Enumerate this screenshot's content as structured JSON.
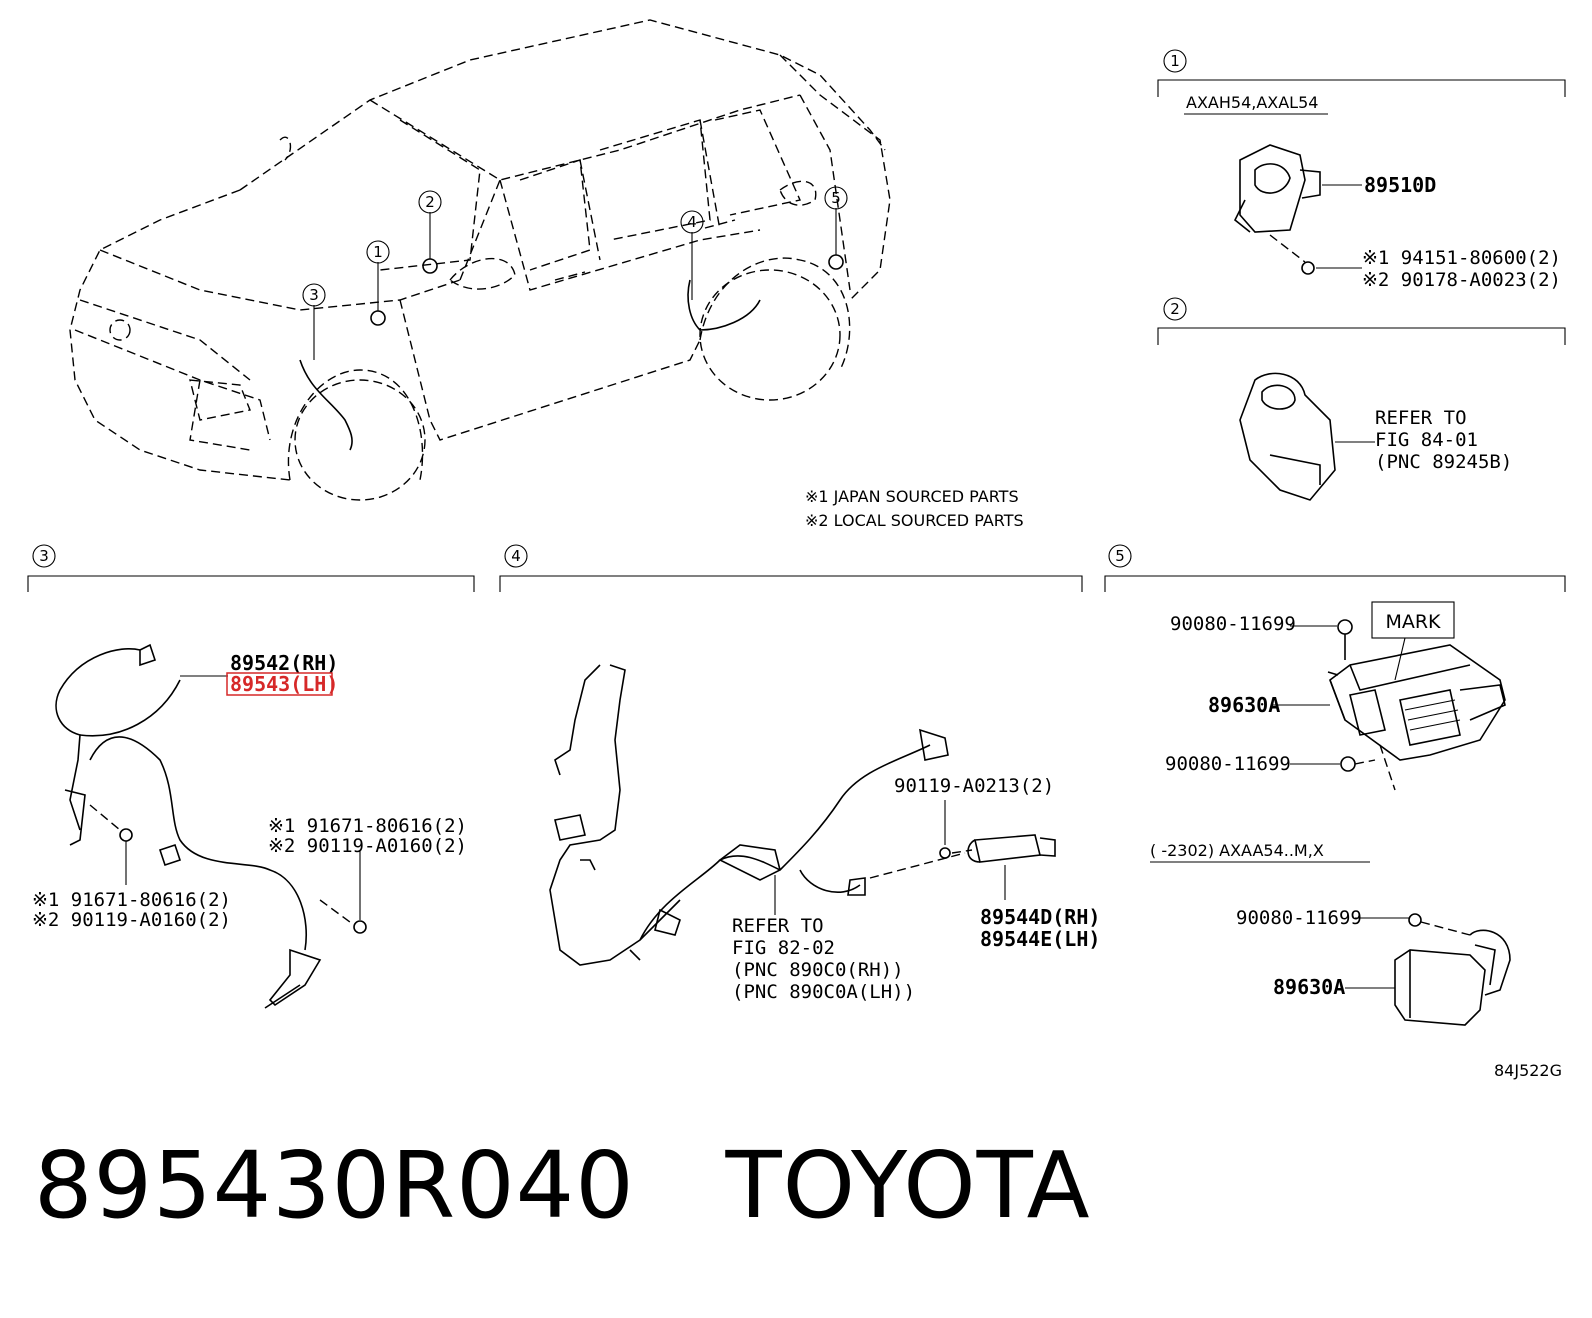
{
  "footer_title": "895430R040   TOYOTA",
  "diagram_code": "84J522G",
  "legend": [
    "※1 JAPAN SOURCED PARTS",
    "※2 LOCAL SOURCED PARTS"
  ],
  "car_markers": [
    "1",
    "2",
    "3",
    "4",
    "5"
  ],
  "section1": {
    "index": "1",
    "model": "AXAH54,AXAL54",
    "part": "89510D",
    "fasteners": [
      "※1  94151-80600(2)",
      "※2  90178-A0023(2)"
    ]
  },
  "section2": {
    "index": "2",
    "refer": [
      "REFER TO",
      "FIG 84-01",
      "(PNC 89245B)"
    ]
  },
  "section3": {
    "index": "3",
    "part_rh": "89542(RH)",
    "part_lh": "89543(LH)",
    "highlight_color": "#d62828",
    "fasteners_right": [
      "※1 91671-80616(2)",
      "※2 90119-A0160(2)"
    ],
    "fasteners_left": [
      "※1 91671-80616(2)",
      "※2 90119-A0160(2)"
    ]
  },
  "section4": {
    "index": "4",
    "bolt": "90119-A0213(2)",
    "part_rh": "89544D(RH)",
    "part_lh": "89544E(LH)",
    "refer": [
      "REFER TO",
      "FIG 82-02",
      "(PNC 890C0(RH))",
      "(PNC 890C0A(LH))"
    ]
  },
  "section5": {
    "index": "5",
    "mark": "MARK",
    "bolt_top": "90080-11699",
    "part": "89630A",
    "bolt_bottom": "90080-11699",
    "variant": "(        -2302) AXAA54..M,X",
    "variant_bolt": "90080-11699",
    "variant_part": "89630A"
  }
}
